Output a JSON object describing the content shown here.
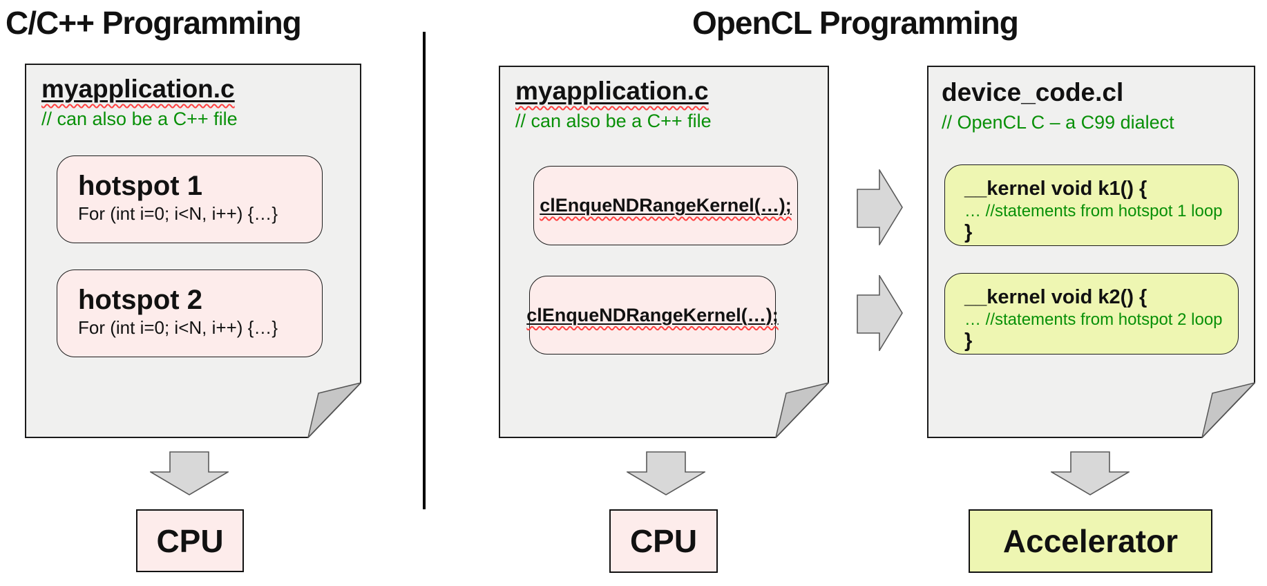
{
  "titles": {
    "left": "C/C++ Programming",
    "right": "OpenCL Programming"
  },
  "left_doc": {
    "filename": "myapplication.c",
    "comment": "// can also be a C++ file",
    "hotspots": [
      {
        "title": "hotspot 1",
        "code": "For (int i=0; i<N, i++) {…}"
      },
      {
        "title": "hotspot 2",
        "code": "For (int i=0; i<N, i++) {…}"
      }
    ],
    "target": "CPU"
  },
  "host_doc": {
    "filename": "myapplication.c",
    "comment": "// can also be a C++ file",
    "calls": [
      "clEnqueNDRangeKernel(…);",
      "clEnqueNDRangeKernel(…);"
    ],
    "target": "CPU"
  },
  "device_doc": {
    "filename": "device_code.cl",
    "comment": "// OpenCL C – a C99 dialect",
    "kernels": [
      {
        "signature": "__kernel void k1() {",
        "body": "… //statements from hotspot 1 loop",
        "close": "}"
      },
      {
        "signature": "__kernel void k2() {",
        "body": "… //statements from hotspot 2 loop",
        "close": "}"
      }
    ],
    "target": "Accelerator"
  },
  "colors": {
    "page_fill": "#f0f0ef",
    "fold_fill": "#c6c6c6",
    "pink_fill": "#fdeceb",
    "yellow_fill": "#eef6b2",
    "arrow_fill": "#d8d8d8",
    "comment_green": "#089008",
    "squiggle_red": "#ff4040",
    "divider_black": "#000000"
  }
}
